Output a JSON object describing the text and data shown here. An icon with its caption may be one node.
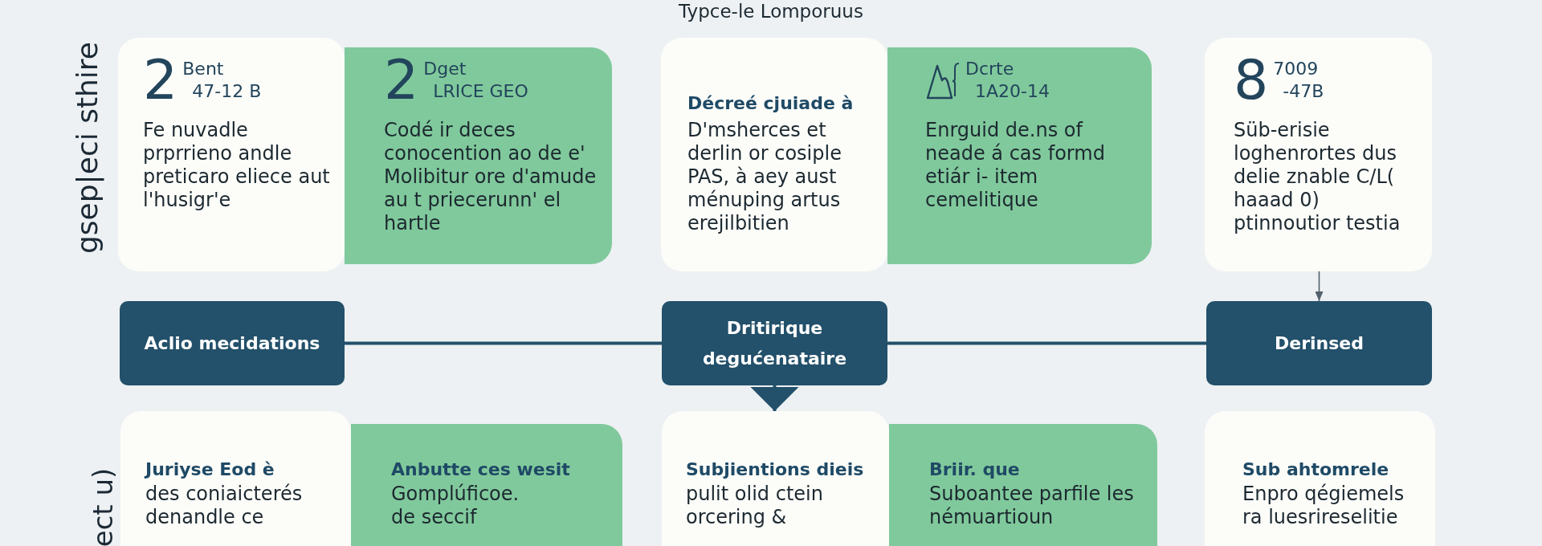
{
  "diagram": {
    "title": "Typce-le Lomporuus",
    "nodes": [
      {
        "text": [
          "2",
          "Bent",
          "47-12 B",
          "Fe nuvadle prprrieno andle preticaro eliece aut l'husigr'e"
        ]
      },
      {
        "text": [
          "2",
          "Dget",
          "LRICE GEO",
          "Codé ir deces conocention ao de e' Molibitur ore d'amude au t priecerunn' el hartle"
        ]
      },
      {
        "text": [
          "Décreé cjuiade à",
          "D'msherces et derlin or cosiple PAS, à aey aust ménuping artus erejilbitien"
        ]
      },
      {
        "text": [
          "Dcrte",
          "1A20-14",
          "Enrguid de.ns of neade á cas formd etiár i- item cemelitique"
        ]
      },
      {
        "text": [
          "8",
          "7009",
          "-47B",
          "Süb-erisie loghenrortes dus delie znable C/L( haaad 0) ptinnoutior testia"
        ]
      },
      {
        "text": [
          "Aclio mecidations"
        ]
      },
      {
        "text": [
          "Dritirique degućenataire"
        ]
      },
      {
        "text": [
          "Derinsed"
        ]
      },
      {
        "text": [
          "Juriyse Eod è",
          "des coniaicterés denandle ce"
        ]
      },
      {
        "text": [
          "Anbutte ces wesit",
          "Gomplúficoe. de seccif"
        ]
      },
      {
        "text": [
          "Subjientions dieis",
          "pulit olid ctein orcering &"
        ]
      },
      {
        "text": [
          "Briir. que",
          "Suboantee parfile les némuartioun"
        ]
      },
      {
        "text": [
          "Sub ahtomrele",
          "Enpro qégiemels ra luesrireselitie"
        ]
      }
    ],
    "edges": [
      {
        "from": 5,
        "to": 6,
        "arrow": "none"
      },
      {
        "from": 6,
        "to": 7,
        "arrow": "none"
      },
      {
        "from": 4,
        "to": 7,
        "arrow": "to",
        "color": "#52616b"
      },
      {
        "from": 6,
        "to": 10,
        "arrow": "to"
      }
    ],
    "labels": [
      "gsep|eci sthire",
      "ect u)"
    ]
  }
}
